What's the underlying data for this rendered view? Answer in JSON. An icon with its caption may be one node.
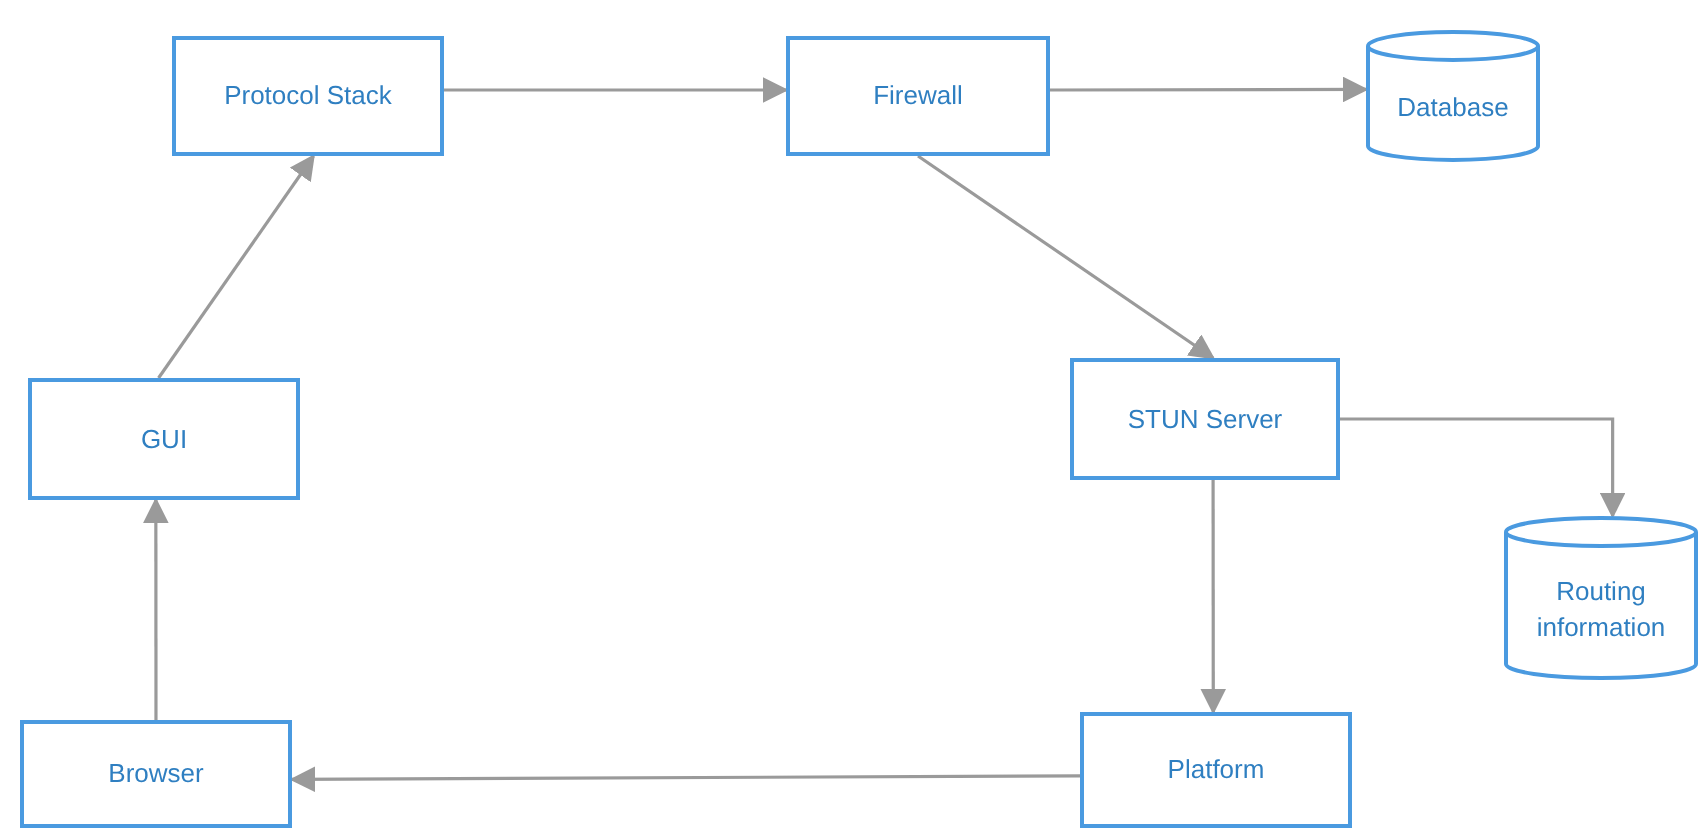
{
  "diagram": {
    "nodes": [
      {
        "text": [
          "Protocol Stack"
        ]
      },
      {
        "text": [
          "Firewall"
        ]
      },
      {
        "text": [
          "Database"
        ]
      },
      {
        "text": [
          "GUI"
        ]
      },
      {
        "text": [
          "STUN Server"
        ]
      },
      {
        "text": [
          "Routing information"
        ]
      },
      {
        "text": [
          "Browser"
        ]
      },
      {
        "text": [
          "Platform"
        ]
      }
    ],
    "edges": [
      {
        "from": 0,
        "to": 1,
        "arrow": "to"
      },
      {
        "from": 1,
        "to": 2,
        "arrow": "to"
      },
      {
        "from": 1,
        "to": 4,
        "arrow": "to"
      },
      {
        "from": 4,
        "to": 5,
        "arrow": "to"
      },
      {
        "from": 4,
        "to": 7,
        "arrow": "to"
      },
      {
        "from": 7,
        "to": 6,
        "arrow": "to"
      },
      {
        "from": 6,
        "to": 3,
        "arrow": "to"
      },
      {
        "from": 3,
        "to": 0,
        "arrow": "to"
      }
    ]
  }
}
